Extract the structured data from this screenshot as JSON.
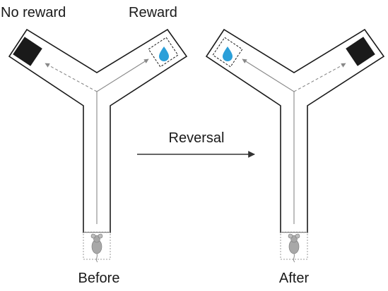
{
  "labels": {
    "before_left_arm": "No reward",
    "before_right_arm": "Reward",
    "transition": "Reversal",
    "before_caption": "Before",
    "after_caption": "After"
  },
  "colors": {
    "maze_outline": "#1a1a1a",
    "black_box": "#1a1a1a",
    "water_drop": "#2b9fd9",
    "path_arrow": "#888888",
    "start_box_border": "#999999",
    "mouse_body": "#a8a8a8"
  },
  "panels": {
    "before": {
      "reward_arm": "right",
      "rewarded_path_style": "solid",
      "unrewarded_path_style": "dashed"
    },
    "after": {
      "reward_arm": "left",
      "rewarded_path_style": "solid",
      "unrewarded_path_style": "dashed"
    }
  },
  "icons": {
    "reward": "water-drop-icon",
    "no_reward": "black-square",
    "animal": "mouse-icon"
  }
}
